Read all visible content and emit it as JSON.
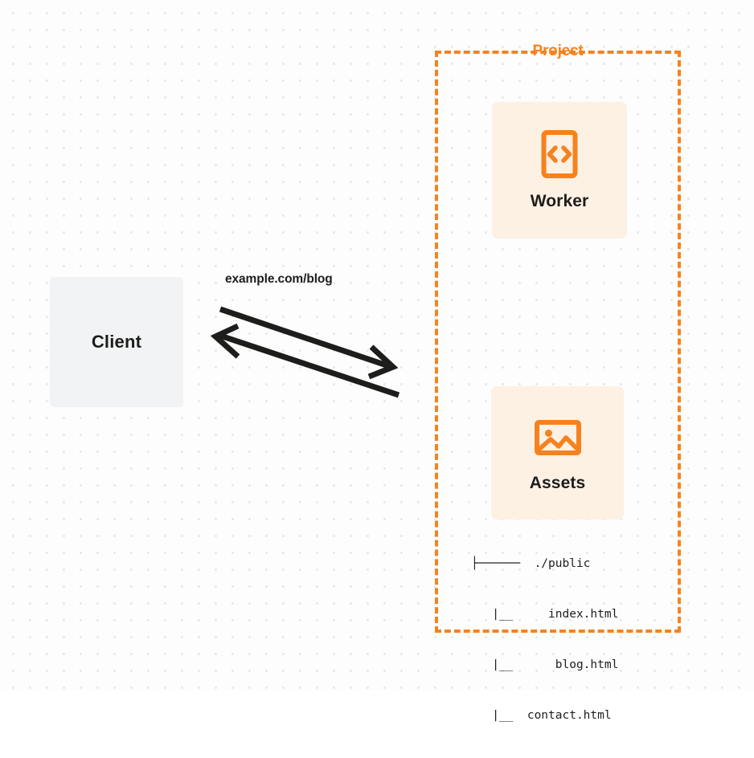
{
  "diagram": {
    "title": "Client to Cloudflare Project request flow",
    "background": {
      "color": "#fdfdfd",
      "dot_color": "#e8e9ea"
    },
    "accent_color": "#f6821f",
    "node_fill_color": "#fdf1e4",
    "client_fill_color": "#f2f3f5",
    "text_color": "#1d1d1b"
  },
  "client": {
    "label": "Client",
    "icon": "none"
  },
  "connection": {
    "label": "example.com/blog",
    "request_direction": "client-to-project",
    "response_direction": "project-to-client"
  },
  "project": {
    "title": "Project",
    "border_style": "dashed",
    "border_color": "#f6821f",
    "nodes": [
      {
        "id": "worker",
        "label": "Worker",
        "icon": "code-brackets-icon",
        "icon_color": "#f6821f"
      },
      {
        "id": "assets",
        "label": "Assets",
        "icon": "image-icon",
        "icon_color": "#f6821f"
      }
    ],
    "file_tree": {
      "root_connector": "├──────",
      "child_connector": "|__",
      "rows": [
        {
          "prefix": "├────── ",
          "name": "./public"
        },
        {
          "prefix": "   |__ ",
          "name": "index.html"
        },
        {
          "prefix": "   |__ ",
          "name": "blog.html"
        },
        {
          "prefix": "   |__ ",
          "name": "contact.html"
        }
      ],
      "lines": [
        "├──────  ./public",
        "   |__     index.html",
        "   |__      blog.html",
        "   |__  contact.html"
      ]
    }
  }
}
